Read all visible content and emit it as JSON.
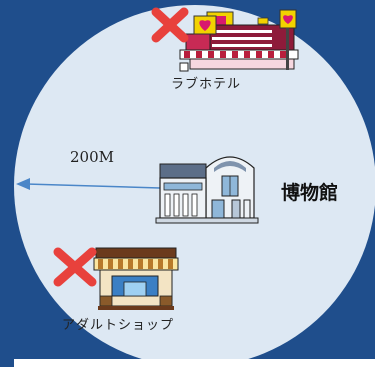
{
  "labels": {
    "love_hotel": "ラブホテル",
    "distance": "200M",
    "museum": "博物館",
    "adult_shop": "アダルトショップ"
  },
  "icons": {
    "love_hotel": "love-hotel-building-icon",
    "museum": "museum-building-icon",
    "adult_shop": "adult-shop-storefront-icon",
    "prohibited_mark": "red-x-mark-icon",
    "radius_arrow": "left-arrow-icon"
  },
  "colors": {
    "frame": "#1f4e8c",
    "zone_fill": "#dde8f3",
    "prohibited": "#e8413c",
    "arrow": "#4a86c8"
  }
}
